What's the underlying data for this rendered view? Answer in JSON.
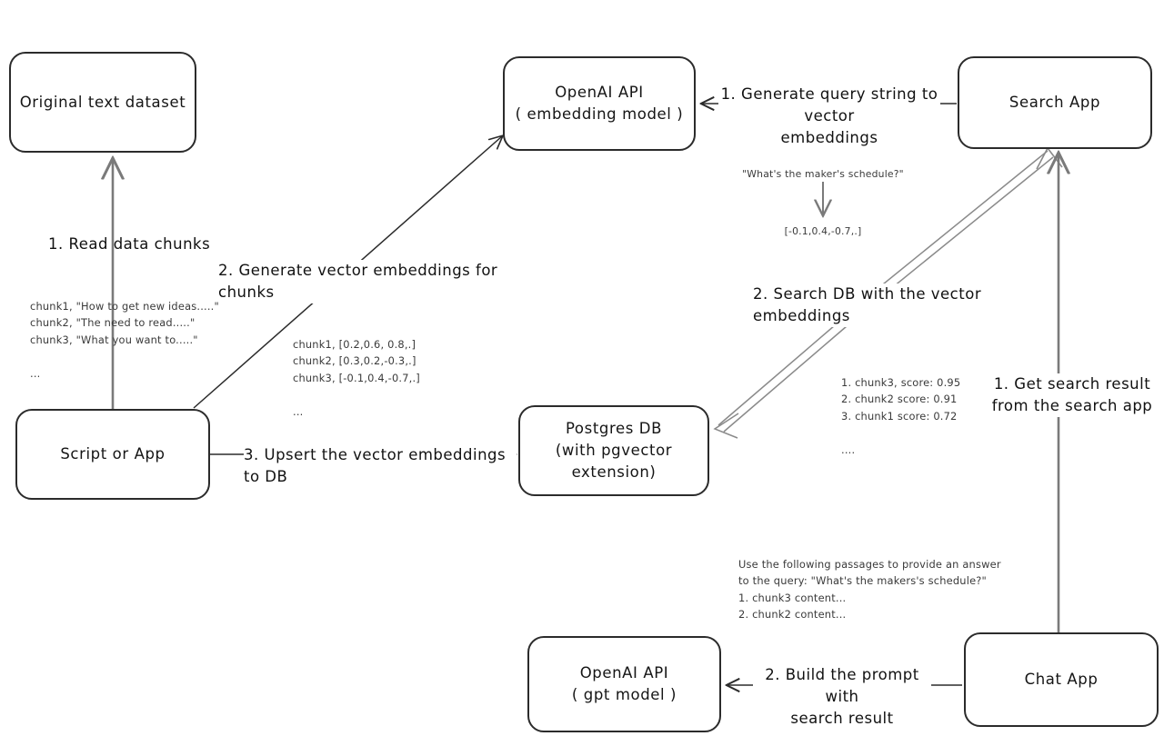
{
  "diagram": {
    "title": "Vector embedding search and chat architecture",
    "ink_color": "#2b2b2b",
    "arrow_gray": "#7a7a7a",
    "nodes": {
      "original_dataset": {
        "label": "Original text dataset"
      },
      "script_or_app": {
        "label": "Script or App"
      },
      "openai_embedding": {
        "line1": "OpenAI API",
        "line2": "( embedding model )"
      },
      "postgres_db": {
        "line1": "Postgres DB",
        "line2": "(with pgvector extension)"
      },
      "search_app": {
        "label": "Search App"
      },
      "chat_app": {
        "label": "Chat App"
      },
      "openai_gpt": {
        "line1": "OpenAI API",
        "line2": "( gpt model )"
      }
    },
    "edge_labels": {
      "read_data_chunks": "1. Read data chunks",
      "generate_vector_embeddings": "2. Generate vector embeddings for chunks",
      "upsert_to_db": "3. Upsert the vector embeddings  to DB",
      "generate_query_embeddings_l1": "1. Generate query string to vector",
      "generate_query_embeddings_l2": "embeddings",
      "search_db": "2. Search DB with the vector embeddings",
      "get_search_result_l1": "1. Get search result",
      "get_search_result_l2": "from the search app",
      "build_prompt_l1": "2. Build the prompt with",
      "build_prompt_l2": "search result"
    },
    "notes": {
      "chunks_sample": [
        "chunk1, \"How to get new ideas.....\"",
        "chunk2, \"The need to read.....\"",
        "chunk3, \"What you want to.....\"",
        "..."
      ],
      "chunk_embeddings": [
        "chunk1, [0.2,0.6, 0.8,.]",
        "chunk2, [0.3,0.2,-0.3,.]",
        "chunk3, [-0.1,0.4,-0.7,.]",
        "..."
      ],
      "query_string": "\"What's the maker's schedule?\"",
      "query_vector": "[-0.1,0.4,-0.7,.]",
      "search_results": [
        "1. chunk3, score: 0.95",
        "2. chunk2 score: 0.91",
        "3. chunk1 score: 0.72",
        "...."
      ],
      "prompt_sample": [
        "Use the following passages to provide an answer",
        "to the query: \"What's the makers's schedule?\"",
        "1. chunk3 content...",
        "2. chunk2 content..."
      ]
    }
  }
}
